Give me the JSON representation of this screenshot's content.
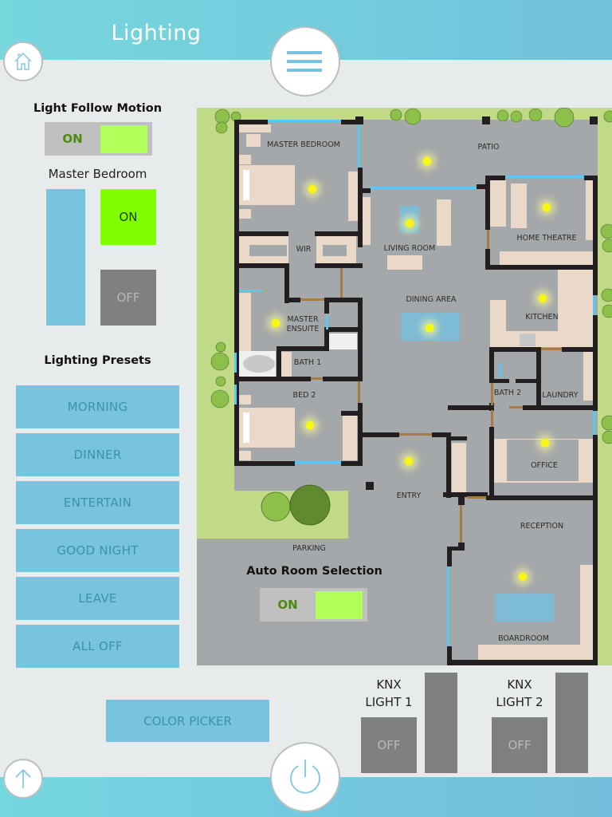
{
  "header": {
    "title": "Lighting"
  },
  "nav": {
    "home_icon": "home-icon",
    "menu_icon": "hamburger-menu-icon",
    "up_icon": "arrow-up-icon",
    "power_icon": "power-icon"
  },
  "light_follow_motion": {
    "title": "Light Follow Motion",
    "state": "ON"
  },
  "room_control": {
    "room_name": "Master Bedroom",
    "dimmer_level_percent": 100,
    "on_label": "ON",
    "off_label": "OFF"
  },
  "presets": {
    "title": "Lighting Presets",
    "items": [
      {
        "label": "MORNING"
      },
      {
        "label": "DINNER"
      },
      {
        "label": "ENTERTAIN"
      },
      {
        "label": "GOOD NIGHT"
      },
      {
        "label": "LEAVE"
      },
      {
        "label": "ALL OFF"
      }
    ]
  },
  "color_picker": {
    "label": "COLOR PICKER"
  },
  "auto_room_selection": {
    "title": "Auto Room Selection",
    "state": "ON"
  },
  "knx_lights": [
    {
      "line1": "KNX",
      "line2": "LIGHT 1",
      "button": "OFF",
      "dimmer_level_percent": 100
    },
    {
      "line1": "KNX",
      "line2": "LIGHT 2",
      "button": "OFF",
      "dimmer_level_percent": 100
    }
  ],
  "floor_plan": {
    "rooms": [
      {
        "name": "MASTER BEDROOM"
      },
      {
        "name": "PATIO"
      },
      {
        "name": "WIR"
      },
      {
        "name": "LIVING ROOM"
      },
      {
        "name": "HOME THEATRE"
      },
      {
        "name": "DINING AREA"
      },
      {
        "name": "KITCHEN"
      },
      {
        "name": "MASTER ENSUITE"
      },
      {
        "name": "BATH 1"
      },
      {
        "name": "BED 2"
      },
      {
        "name": "BATH 2"
      },
      {
        "name": "LAUNDRY"
      },
      {
        "name": "OFFICE"
      },
      {
        "name": "ENTRY"
      },
      {
        "name": "RECEPTION"
      },
      {
        "name": "PARKING"
      },
      {
        "name": "BOARDROOM"
      }
    ],
    "lights": [
      {
        "room": "MASTER BEDROOM",
        "state": "on"
      },
      {
        "room": "PATIO",
        "state": "on"
      },
      {
        "room": "LIVING ROOM",
        "state": "on"
      },
      {
        "room": "HOME THEATRE",
        "state": "on"
      },
      {
        "room": "KITCHEN",
        "state": "on"
      },
      {
        "room": "DINING AREA",
        "state": "on"
      },
      {
        "room": "MASTER ENSUITE",
        "state": "on"
      },
      {
        "room": "BED 2",
        "state": "on"
      },
      {
        "room": "ENTRY",
        "state": "on"
      },
      {
        "room": "OFFICE",
        "state": "on"
      },
      {
        "room": "BOARDROOM",
        "state": "on"
      }
    ]
  },
  "colors": {
    "accent": "#78c4de",
    "header": "#76d7dd",
    "on_green": "#7fff00",
    "toggle_green": "#b2ff59",
    "off_grey": "#808080",
    "wall": "#231f20",
    "floor": "#a5a8aa",
    "grass": "#c1da88",
    "window": "#5ac8f0",
    "door": "#a87a48",
    "furniture": "#ead8c9",
    "light": "#f6f618"
  }
}
